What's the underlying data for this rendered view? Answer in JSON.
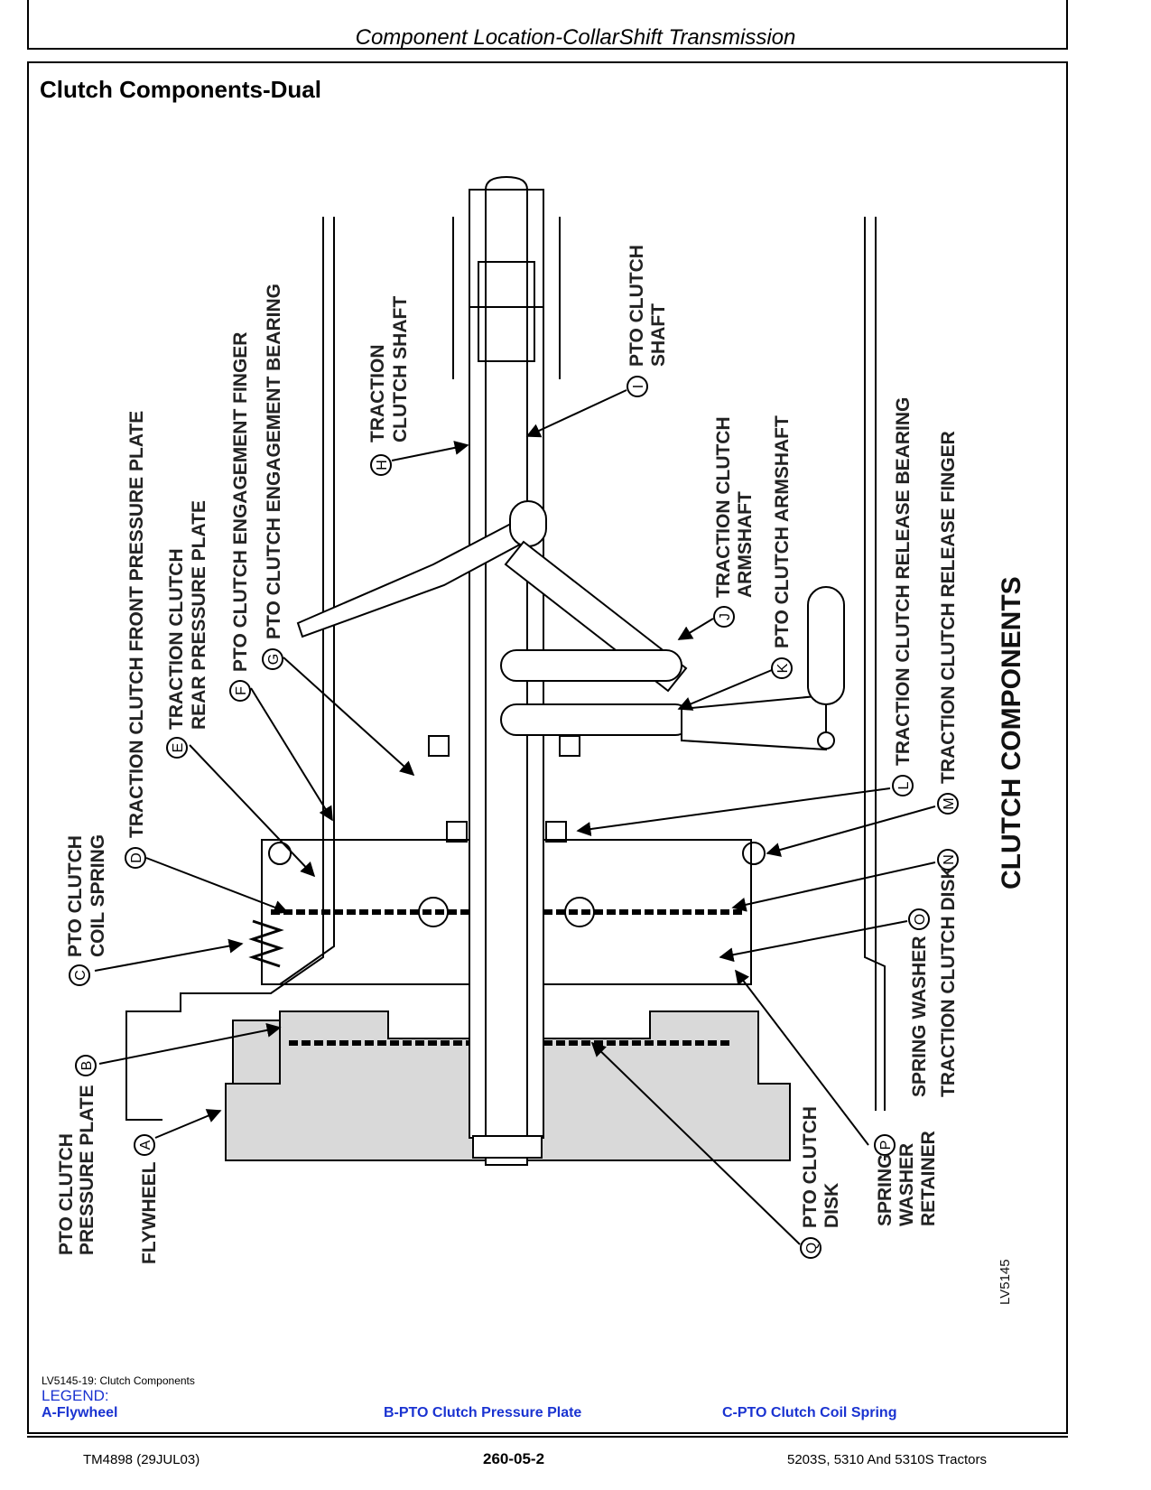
{
  "header": {
    "section_title": "Component Location-CollarShift Transmission"
  },
  "figure": {
    "title": "Clutch Components-Dual",
    "big_label": "CLUTCH COMPONENTS",
    "figure_id": "LV5145",
    "callouts": [
      {
        "letter": "A",
        "lines": [
          "FLYWHEEL"
        ]
      },
      {
        "letter": "B",
        "lines": [
          "PTO CLUTCH",
          "PRESSURE PLATE"
        ]
      },
      {
        "letter": "C",
        "lines": [
          "PTO CLUTCH",
          "COIL SPRING"
        ]
      },
      {
        "letter": "D",
        "lines": [
          "TRACTION CLUTCH FRONT PRESSURE PLATE"
        ]
      },
      {
        "letter": "E",
        "lines": [
          "TRACTION CLUTCH",
          "REAR PRESSURE PLATE"
        ]
      },
      {
        "letter": "F",
        "lines": [
          "PTO CLUTCH ENGAGEMENT FINGER"
        ]
      },
      {
        "letter": "G",
        "lines": [
          "PTO CLUTCH ENGAGEMENT BEARING"
        ]
      },
      {
        "letter": "H",
        "lines": [
          "TRACTION",
          "CLUTCH SHAFT"
        ]
      },
      {
        "letter": "I",
        "lines": [
          "PTO CLUTCH",
          "SHAFT"
        ]
      },
      {
        "letter": "J",
        "lines": [
          "TRACTION CLUTCH",
          "ARMSHAFT"
        ]
      },
      {
        "letter": "K",
        "lines": [
          "PTO CLUTCH ARMSHAFT"
        ]
      },
      {
        "letter": "L",
        "lines": [
          "TRACTION CLUTCH RELEASE BEARING"
        ]
      },
      {
        "letter": "M",
        "lines": [
          "TRACTION CLUTCH RELEASE FINGER"
        ]
      },
      {
        "letter": "N",
        "lines": [
          "TRACTION CLUTCH DISK"
        ]
      },
      {
        "letter": "O",
        "lines": [
          "SPRING WASHER"
        ]
      },
      {
        "letter": "P",
        "lines": [
          "SPRING",
          "WASHER",
          "RETAINER"
        ]
      },
      {
        "letter": "Q",
        "lines": [
          "PTO CLUTCH",
          "DISK"
        ]
      }
    ]
  },
  "caption": "LV5145-19: Clutch Components",
  "legend": {
    "label": "LEGEND:",
    "items": [
      "A-Flywheel",
      "B-PTO Clutch Pressure Plate",
      "C-PTO Clutch Coil Spring"
    ]
  },
  "footer": {
    "left": "TM4898 (29JUL03)",
    "center": "260-05-2",
    "right": "5203S, 5310 And 5310S Tractors"
  }
}
